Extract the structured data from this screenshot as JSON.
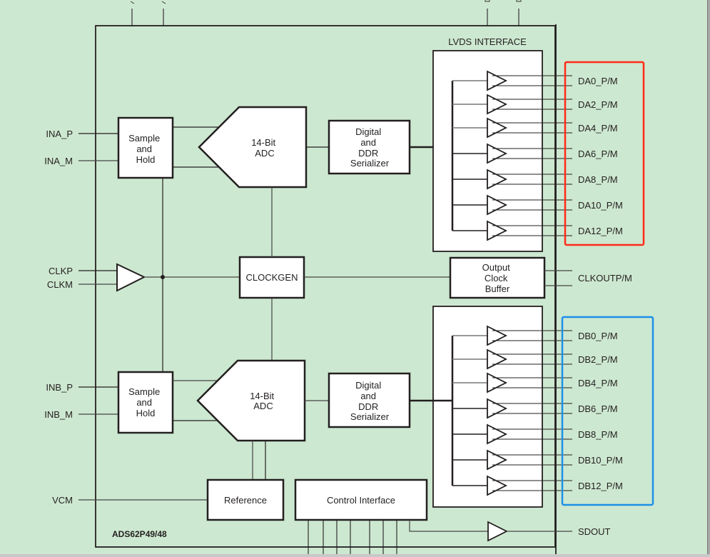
{
  "diagram": {
    "part_number": "ADS62P49/48",
    "lvds_title": "LVDS INTERFACE",
    "channel_a": {
      "inputs": [
        "INA_P",
        "INA_M"
      ],
      "sample_hold": [
        "Sample",
        "and",
        "Hold"
      ],
      "adc": [
        "14-Bit",
        "ADC"
      ],
      "serializer": [
        "Digital",
        "and",
        "DDR",
        "Serializer"
      ],
      "outputs": [
        "DA0_P/M",
        "DA2_P/M",
        "DA4_P/M",
        "DA6_P/M",
        "DA8_P/M",
        "DA10_P/M",
        "DA12_P/M"
      ]
    },
    "channel_b": {
      "inputs": [
        "INB_P",
        "INB_M"
      ],
      "sample_hold": [
        "Sample",
        "and",
        "Hold"
      ],
      "adc": [
        "14-Bit",
        "ADC"
      ],
      "serializer": [
        "Digital",
        "and",
        "DDR",
        "Serializer"
      ],
      "outputs": [
        "DB0_P/M",
        "DB2_P/M",
        "DB4_P/M",
        "DB6_P/M",
        "DB8_P/M",
        "DB10_P/M",
        "DB12_P/M"
      ]
    },
    "clock": {
      "inputs": [
        "CLKP",
        "CLKM"
      ],
      "clockgen": "CLOCKGEN",
      "output_buffer": [
        "Output",
        "Clock",
        "Buffer"
      ],
      "output_label": "CLKOUTP/M"
    },
    "vcm_label": "VCM",
    "reference": "Reference",
    "control_interface": "Control Interface",
    "sdout_label": "SDOUT",
    "highlight_colors": {
      "channel_a_box": "#ff2a1a",
      "channel_b_box": "#1e90e8"
    },
    "background_color": "#cde8d0"
  }
}
